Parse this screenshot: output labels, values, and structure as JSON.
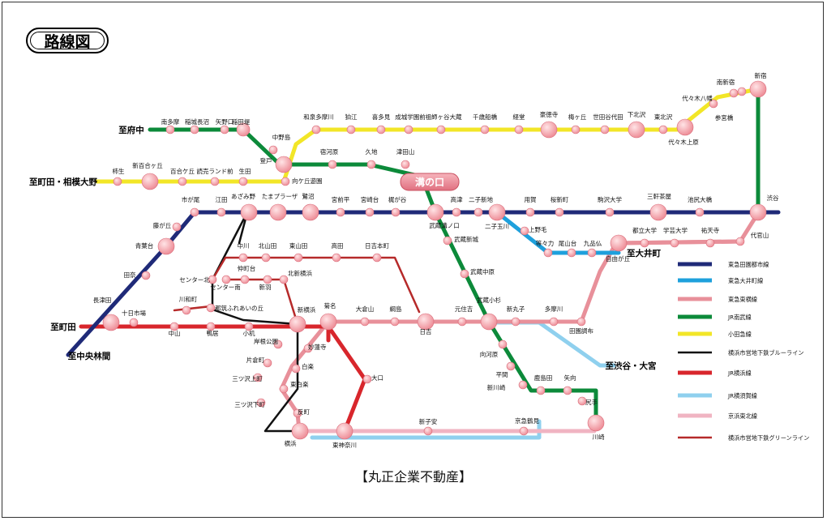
{
  "title": "路線図",
  "footer": "【丸正企業不動産】",
  "hub_label": "溝の口",
  "colors": {
    "hub_fill": "#e07080",
    "station_outer": "#ee8e98",
    "station_inner": "#ffe4e6"
  },
  "lines": [
    {
      "id": "denentoshi",
      "name": "東急田園都市線",
      "color": "#1f2a78"
    },
    {
      "id": "oimachi",
      "name": "東急大井町線",
      "color": "#1ea0dc"
    },
    {
      "id": "toyoko",
      "name": "東急東横線",
      "color": "#e8909a"
    },
    {
      "id": "nambu",
      "name": "JR南武線",
      "color": "#0c8a3a"
    },
    {
      "id": "odakyu",
      "name": "小田急線",
      "color": "#f2e627"
    },
    {
      "id": "blue",
      "name": "横浜市営地下鉄ブルーライン",
      "color": "#111111"
    },
    {
      "id": "yokohama",
      "name": "JR横浜線",
      "color": "#d8262c"
    },
    {
      "id": "yokosuka",
      "name": "JR横須賀線",
      "color": "#8fd0ee"
    },
    {
      "id": "keihin",
      "name": "京浜東北線",
      "color": "#f0b4c2"
    },
    {
      "id": "green",
      "name": "横浜市営地下鉄グリーンライン",
      "color": "#b62a2a"
    }
  ],
  "directions": [
    "至府中",
    "至町田・相模大野",
    "至町田",
    "至中央林間",
    "至大井町",
    "至渋谷・大宮"
  ],
  "stations": [
    "南多摩",
    "稲城長沼",
    "矢野口",
    "稲田堤",
    "中野島",
    "登戸",
    "向ケ丘遊園",
    "和泉多摩川",
    "狛江",
    "喜多見",
    "成城学園前",
    "祖師ヶ谷大蔵",
    "千歳船橋",
    "経堂",
    "豪徳寺",
    "梅ヶ丘",
    "世田谷代田",
    "下北沢",
    "東北沢",
    "代々木上原",
    "代々木八幡",
    "参宮橋",
    "南新宿",
    "新宿",
    "柿生",
    "新百合ヶ丘",
    "百合ケ丘",
    "読売ランド前",
    "生田",
    "宿河原",
    "久地",
    "津田山",
    "市が尾",
    "江田",
    "あざみ野",
    "たまプラーザ",
    "鷺沼",
    "宮前平",
    "宮崎台",
    "梶が谷",
    "高津",
    "二子新地",
    "二子玉川",
    "用賀",
    "桜新町",
    "駒沢大学",
    "三軒茶屋",
    "池尻大橋",
    "渋谷",
    "藤が丘",
    "青葉台",
    "田奈",
    "長津田",
    "武蔵溝ノ口",
    "武蔵新城",
    "武蔵中原",
    "武蔵小杉",
    "向河原",
    "平間",
    "新川崎",
    "鹿島田",
    "矢向",
    "尻手",
    "川崎",
    "上野毛",
    "等々力",
    "尾山台",
    "九品仏",
    "自由が丘",
    "都立大学",
    "学芸大学",
    "祐天寺",
    "代官山",
    "中川",
    "北山田",
    "東山田",
    "高田",
    "日吉本町",
    "センター北",
    "センター南",
    "仲町台",
    "新羽",
    "北新横浜",
    "新横浜",
    "川和町",
    "都筑ふれあいの丘",
    "十日市場",
    "中山",
    "鴨居",
    "小机",
    "菊名",
    "大倉山",
    "綱島",
    "日吉",
    "元住吉",
    "新丸子",
    "多摩川",
    "田園調布",
    "岸根公園",
    "片倉町",
    "妙蓮寺",
    "白楽",
    "東白楽",
    "三ツ沢上町",
    "三ツ沢下町",
    "反町",
    "大口",
    "横浜",
    "東神奈川",
    "新子安",
    "京急鶴見"
  ]
}
